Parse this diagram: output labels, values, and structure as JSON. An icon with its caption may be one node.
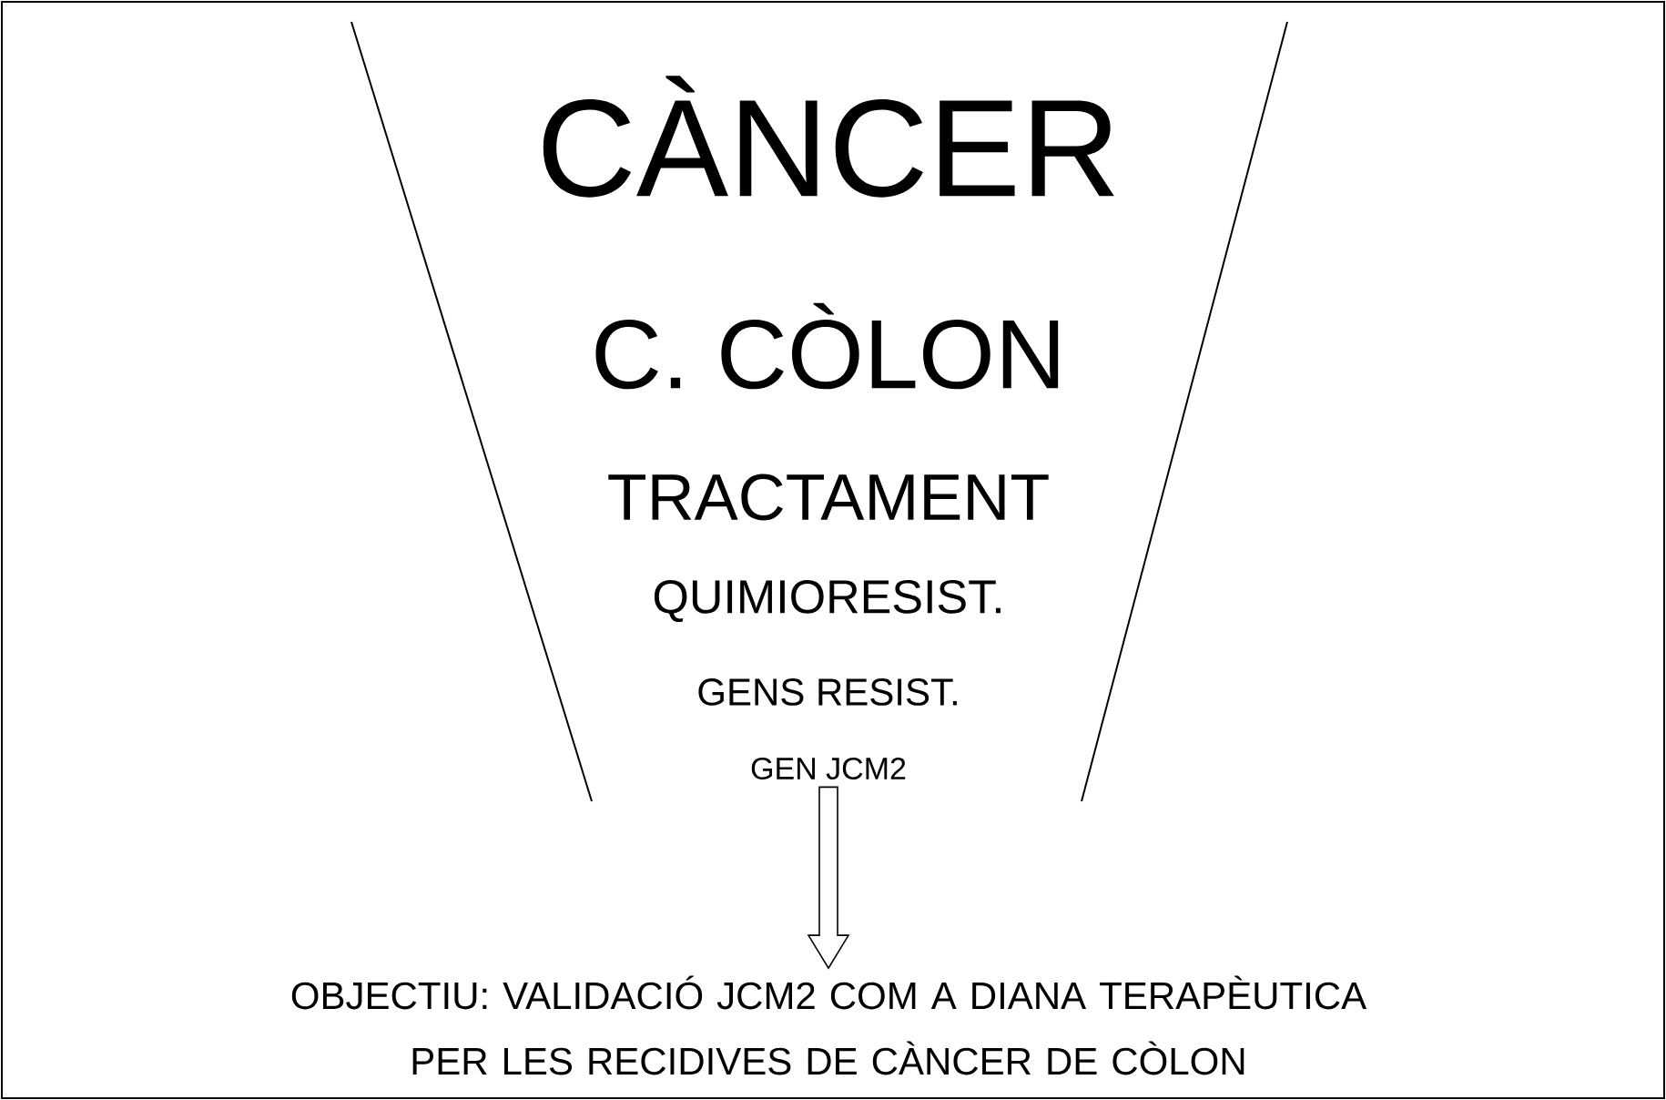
{
  "diagram": {
    "nodes": [
      {
        "text": [
          "GEN JCM2"
        ]
      },
      {
        "text": [
          "OBJECTIU: VALIDACIÓ JCM2 COM A DIANA TERAPÈUTICA PER LES RECIDIVES DE CÀNCER DE CÒLON"
        ]
      }
    ],
    "edges": [
      {
        "from": 0,
        "to": 1,
        "arrow": "to"
      }
    ],
    "labels": [
      "CÀNCER",
      "C. CÒLON",
      "TRACTAMENT",
      "QUIMIORESIST.",
      "GENS RESIST."
    ]
  }
}
